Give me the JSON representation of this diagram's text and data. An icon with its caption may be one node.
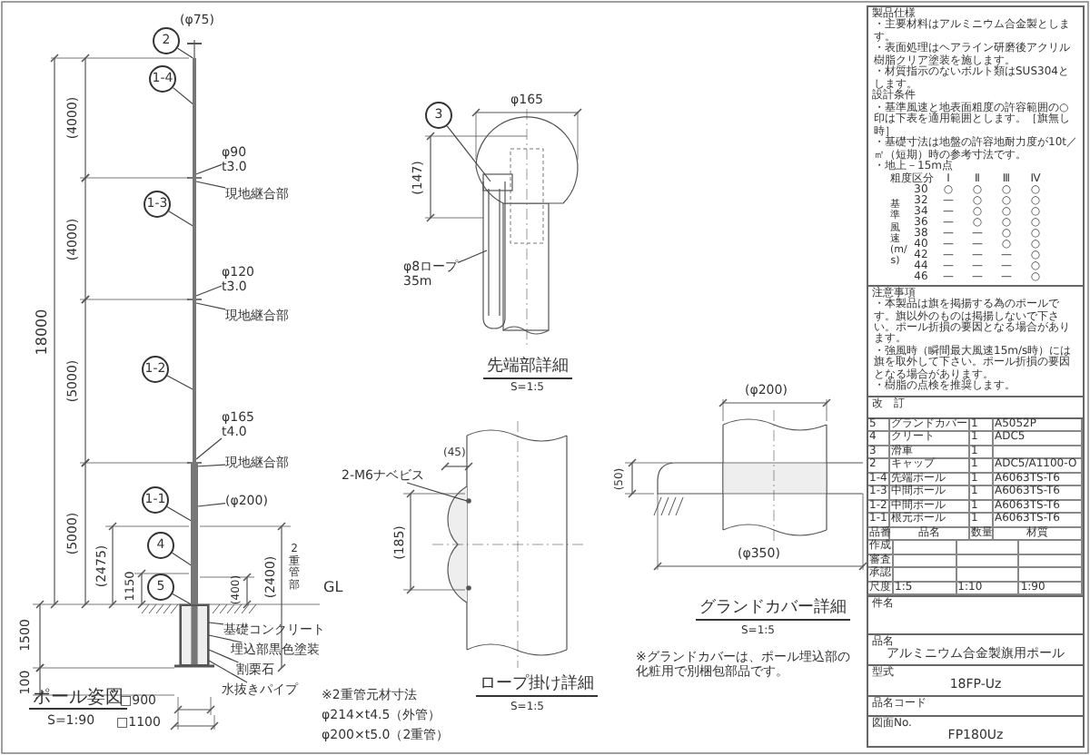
{
  "diagram": {
    "nodes": [
      {
        "text": [
          "2"
        ]
      },
      {
        "text": [
          "1-4"
        ]
      },
      {
        "text": [
          "1-3"
        ]
      },
      {
        "text": [
          "1-2"
        ]
      },
      {
        "text": [
          "1-1"
        ]
      },
      {
        "text": [
          "4"
        ]
      },
      {
        "text": [
          "5"
        ]
      },
      {
        "text": [
          "3"
        ]
      },
      {
        "text": [
          "φ90",
          "t3.0"
        ]
      },
      {
        "text": [
          "現地継合部"
        ]
      },
      {
        "text": [
          "φ120",
          "t3.0"
        ]
      },
      {
        "text": [
          "現地継合部"
        ]
      },
      {
        "text": [
          "φ165",
          "t4.0"
        ]
      },
      {
        "text": [
          "現地継合部"
        ]
      },
      {
        "text": [
          "(φ200)"
        ]
      },
      {
        "text": [
          "基礎コンクリート"
        ]
      },
      {
        "text": [
          "埋込部黒色塗装"
        ]
      },
      {
        "text": [
          "割栗石"
        ]
      },
      {
        "text": [
          "水抜きパイプ"
        ]
      },
      {
        "text": [
          "φ8ロープ",
          "35m"
        ]
      },
      {
        "text": [
          "2-M6ナベビス"
        ]
      },
      {
        "text": [],
        "shape": "bar"
      },
      {
        "text": [],
        "shape": "bar"
      },
      {
        "text": [],
        "shape": "bar"
      },
      {
        "text": [],
        "shape": "bar"
      },
      {
        "text": [],
        "shape": "box"
      }
    ],
    "edges": [
      {
        "from": 0,
        "to": 21,
        "arrow": "none"
      },
      {
        "from": 1,
        "to": 21,
        "arrow": "none"
      },
      {
        "from": 2,
        "to": 22,
        "arrow": "none"
      },
      {
        "from": 3,
        "to": 23,
        "arrow": "none"
      },
      {
        "from": 4,
        "to": 24,
        "arrow": "none"
      },
      {
        "from": 5,
        "to": 24,
        "arrow": "none"
      },
      {
        "from": 6,
        "to": 24,
        "arrow": "none"
      },
      {
        "from": 7,
        "to": null,
        "arrow": "none"
      },
      {
        "from": 8,
        "to": 21,
        "arrow": "none"
      },
      {
        "from": 9,
        "to": 22,
        "arrow": "none"
      },
      {
        "from": 10,
        "to": 22,
        "arrow": "none"
      },
      {
        "from": 11,
        "to": 23,
        "arrow": "none"
      },
      {
        "from": 12,
        "to": 23,
        "arrow": "none"
      },
      {
        "from": 13,
        "to": 24,
        "arrow": "none"
      },
      {
        "from": 14,
        "to": 24,
        "arrow": "none"
      },
      {
        "from": 15,
        "to": 25,
        "arrow": "none"
      },
      {
        "from": 16,
        "to": 25,
        "arrow": "none"
      },
      {
        "from": 17,
        "to": 25,
        "arrow": "none"
      },
      {
        "from": 18,
        "to": 25,
        "arrow": "none"
      },
      {
        "from": 19,
        "to": null,
        "arrow": "none"
      },
      {
        "from": 20,
        "to": null,
        "arrow": "none"
      }
    ],
    "labels": [
      "(φ75)",
      "18000",
      "(4000)",
      "(4000)",
      "(5000)",
      "(5000)",
      "(2475)",
      "1150",
      "(400)",
      "(2400)",
      "2重管部",
      "GL",
      "1500",
      "100",
      "ポール姿図",
      "S=1:90",
      "□900",
      "□1100",
      "※2重管元材寸法",
      "φ214×t4.5（外管）",
      "φ200×t5.0（2重管）",
      "φ165",
      "(147)",
      "先端部詳細",
      "S=1:5",
      "(45)",
      "(185)",
      "ロープ掛け詳細",
      "S=1:5",
      "(φ200)",
      "(50)",
      "(φ350)",
      "グランドカバー詳細",
      "S=1:5",
      "※グランドカバーは、ポール埋込部の化粧用で別梱包部品です。",
      "製品仕様",
      "・主要材料はアルミニウム合金製とします。",
      "・表面処理はヘアライン研磨後アクリル樹脂クリア塗装を施します。",
      "・材質指示のないボルト類はSUS304とします。",
      "設計条件",
      "・基準風速と地表面粗度の許容範囲の○印は下表を適用範囲とします。［旗無し時］",
      "・基礎寸法は地盤の許容地耐力度が10t／㎡（短期）時の参考寸法です。",
      "・地上－15m点",
      "粗度区分",
      "Ⅰ",
      "Ⅱ",
      "Ⅲ",
      "Ⅳ",
      "基準風速(m/s)",
      "30",
      "○",
      "○",
      "○",
      "○",
      "32",
      "—",
      "○",
      "○",
      "○",
      "34",
      "—",
      "○",
      "○",
      "○",
      "36",
      "—",
      "○",
      "○",
      "○",
      "38",
      "—",
      "—",
      "○",
      "○",
      "40",
      "—",
      "—",
      "○",
      "○",
      "42",
      "—",
      "—",
      "—",
      "○",
      "44",
      "—",
      "—",
      "—",
      "○",
      "46",
      "—",
      "—",
      "—",
      "○",
      "注意事項",
      "・本製品は旗を掲揚する為のポールです。旗以外のものは掲揚しないで下さい。ポール折損の要因となる場合があります。",
      "・強風時（瞬間最大風速15m/s時）には旗を取外して下さい。ポール折損の要因となる場合があります。",
      "・樹脂の点検を推奨します。",
      "改　訂",
      "5",
      "グランドカバー",
      "1",
      "A5052P",
      "4",
      "クリート",
      "1",
      "ADC5",
      "3",
      "滑車",
      "1",
      "2",
      "キャップ",
      "1",
      "ADC5/A1100-O",
      "1-4",
      "先端ポール",
      "1",
      "A6063TS-T6",
      "1-3",
      "中間ポール",
      "1",
      "A6063TS-T6",
      "1-2",
      "中間ポール",
      "1",
      "A6063TS-T6",
      "1-1",
      "根元ポール",
      "1",
      "A6063TS-T6",
      "品番",
      "品名",
      "数量",
      "材質",
      "作成",
      "審査",
      "承認",
      "尺度",
      "1:5",
      "1:10",
      "1:90",
      "件名",
      "品名",
      "アルミニウム合金製旗用ポール",
      "型式",
      "18FP-Uz",
      "品名コード",
      "図面No.",
      "FP180Uz"
    ]
  }
}
